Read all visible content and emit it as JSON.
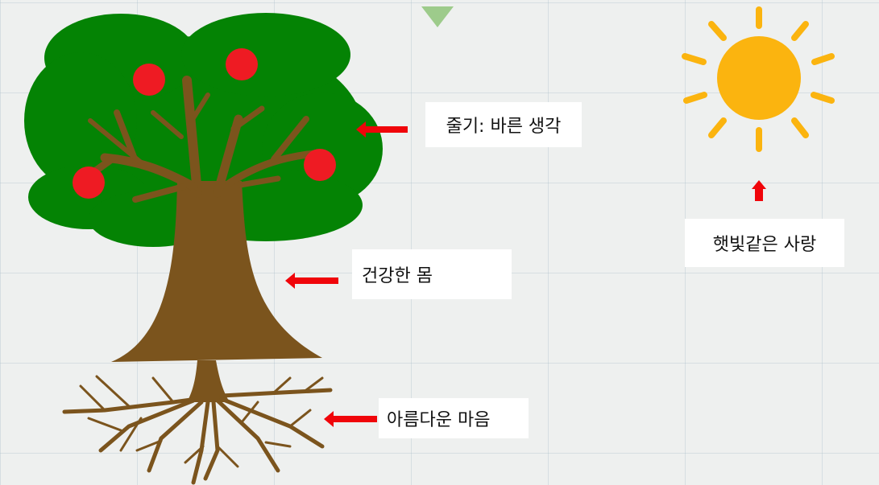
{
  "labels": {
    "stem": "줄기: 바른 생각",
    "body": "건강한 몸",
    "roots": "아름다운 마음",
    "sun": "햇빛같은 사랑"
  },
  "colors": {
    "foliage": "#048304",
    "trunk": "#7b541d",
    "fruit": "#ee1b23",
    "sun": "#fbb40f",
    "arrow": "#f0050a",
    "top_triangle": "#9dcb8b"
  },
  "icons": [
    "tree",
    "apple",
    "roots",
    "sun",
    "arrow-left",
    "arrow-up",
    "triangle-down"
  ]
}
